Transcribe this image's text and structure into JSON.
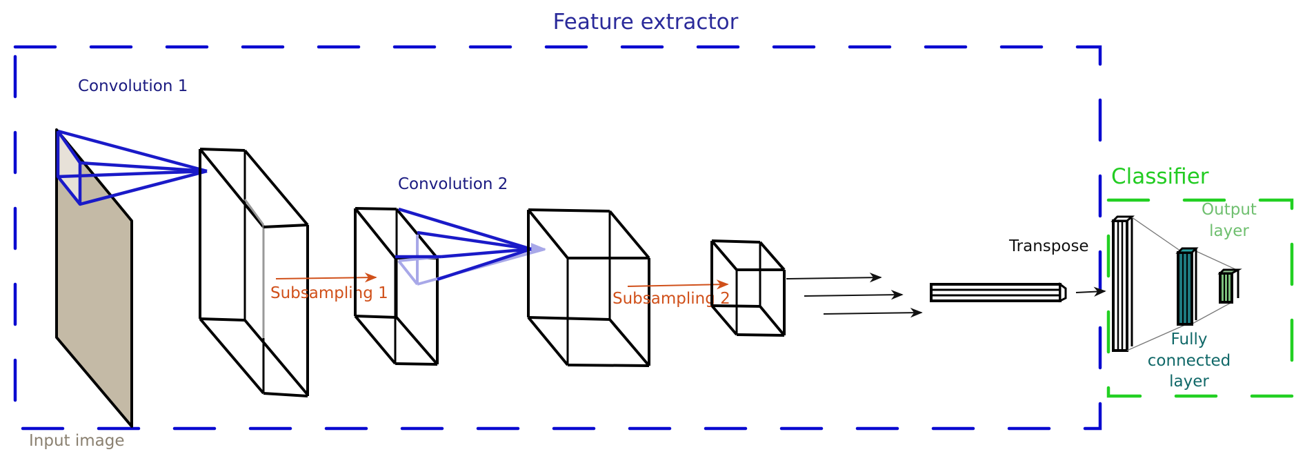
{
  "diagram": {
    "title": "Feature extractor",
    "labels": {
      "convolution_1": "Convolution 1",
      "convolution_2": "Convolution 2",
      "subsampling_1": "Subsampling 1",
      "subsampling_2": "Subsampling 2",
      "input_image": "Input image",
      "transpose": "Transpose",
      "classifier": "Classifier",
      "output_layer_line1": "Output",
      "output_layer_line2": "layer",
      "fully_connected_line1": "Fully",
      "fully_connected_line2": "connected",
      "fully_connected_line3": "layer"
    },
    "colors": {
      "feature_extractor_border": "#0a0ad0",
      "classifier_border": "#22d022",
      "kernel_lines": "#1a1ac8",
      "subsampling_arrows": "#d0501a",
      "input_image_fill": "#c4baa6",
      "fully_connected_fill": "#1e7a80",
      "output_layer_fill": "#7cc07c"
    },
    "stages": [
      "Input image",
      "Convolution 1",
      "Subsampling 1",
      "Convolution 2",
      "Subsampling 2",
      "Transpose",
      "Fully connected layer",
      "Output layer"
    ]
  }
}
